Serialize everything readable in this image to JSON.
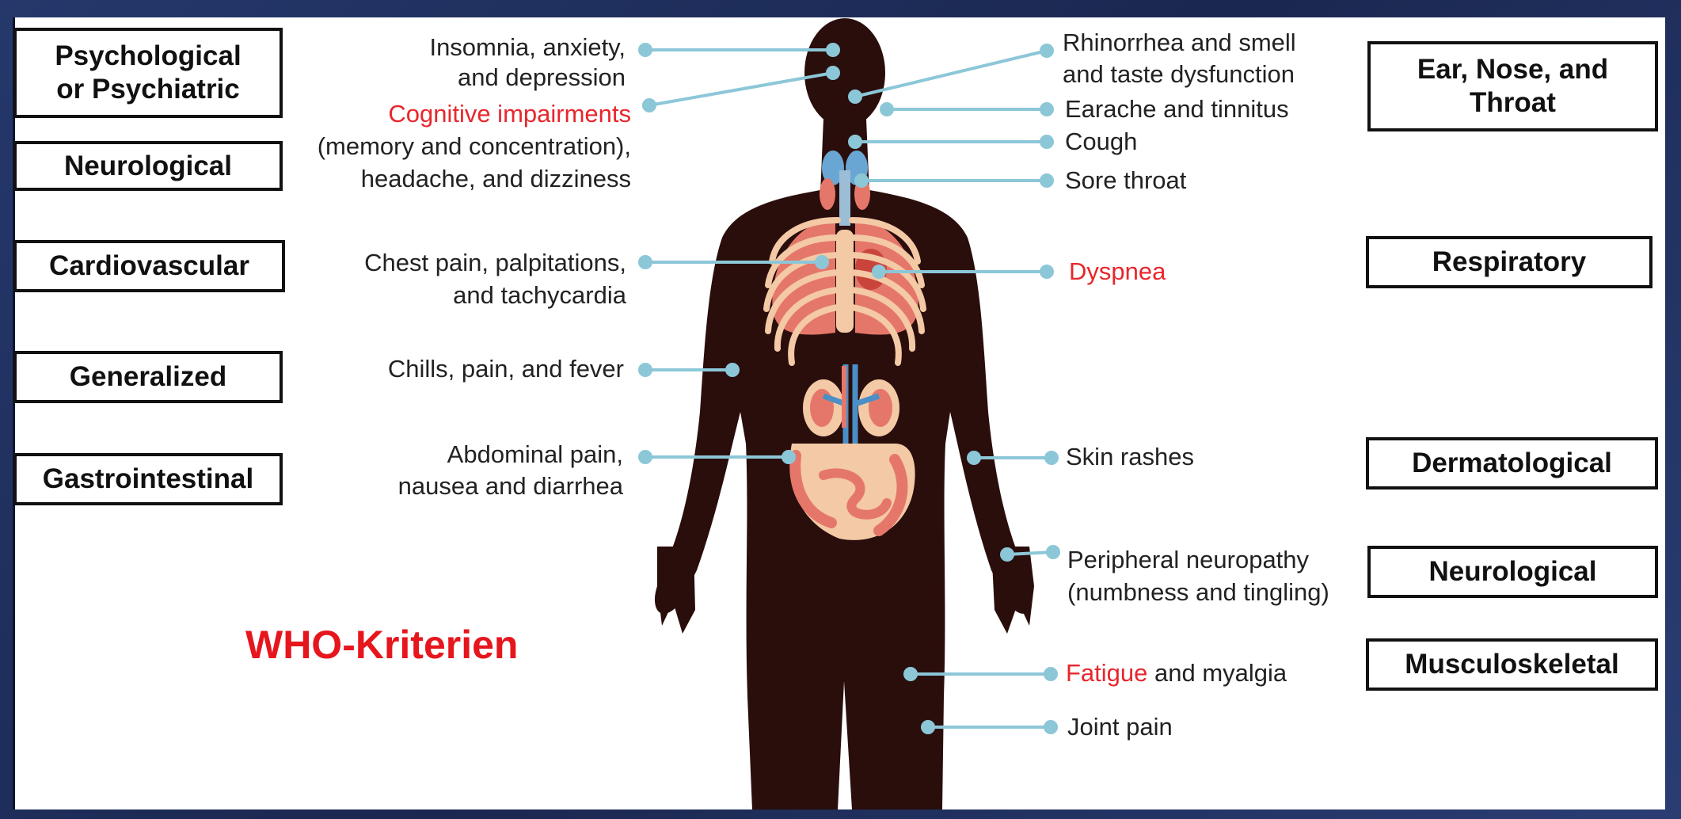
{
  "categories": {
    "psychological": "Psychological or Psychiatric",
    "neurological_left": "Neurological",
    "cardiovascular": "Cardiovascular",
    "generalized": "Generalized",
    "gastrointestinal": "Gastrointestinal",
    "ent": "Ear, Nose, and Throat",
    "respiratory": "Respiratory",
    "dermatological": "Dermatological",
    "neurological_right": "Neurological",
    "musculoskeletal": "Musculoskeletal"
  },
  "symptoms_left": {
    "insomnia_1": "Insomnia, anxiety,",
    "insomnia_2": "and depression",
    "cognitive": "Cognitive impairments",
    "memory": "(memory and concentration),",
    "headache": "headache, and dizziness",
    "chest_1": "Chest pain, palpitations,",
    "chest_2": "and tachycardia",
    "chills": "Chills, pain, and fever",
    "abdominal_1": "Abdominal pain,",
    "abdominal_2": "nausea and diarrhea"
  },
  "symptoms_right": {
    "rhinorrhea_1": "Rhinorrhea and smell",
    "rhinorrhea_2": "and taste dysfunction",
    "earache": "Earache and tinnitus",
    "cough": "Cough",
    "sore_throat": "Sore throat",
    "dyspnea": "Dyspnea",
    "skin": "Skin rashes",
    "neuropathy_1": "Peripheral neuropathy",
    "neuropathy_2": "(numbness and tingling)",
    "fatigue": "Fatigue",
    "myalgia": " and myalgia",
    "joint": "Joint pain"
  },
  "annotation": "WHO-Kriterien",
  "colors": {
    "highlight": "#e8262c",
    "leader_line": "#8cc7d8",
    "body": "#2a0e0c",
    "organs": "#e5776a",
    "bones": "#f3c9a6",
    "vessels": "#4a8fc6"
  }
}
